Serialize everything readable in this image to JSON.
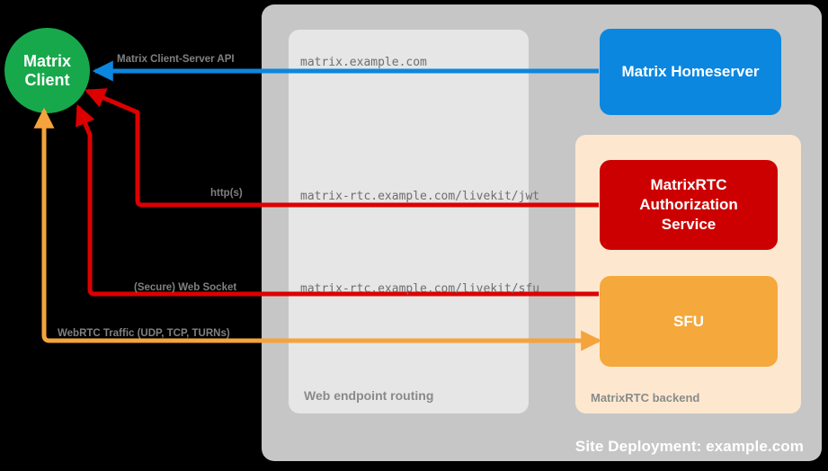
{
  "diagram": {
    "title": "Site Deployment: example.com",
    "colors": {
      "background": "#000000",
      "site_container": "#c6c6c6",
      "web_routing_panel": "#e6e6e6",
      "rtc_backend_panel": "#fde8cf",
      "client_green": "#17a84b",
      "homeserver_blue": "#0b87e0",
      "auth_red": "#cc0000",
      "sfu_orange": "#f5a83c",
      "arrow_blue": "#0b87e0",
      "arrow_red": "#dd0000",
      "arrow_orange": "#f5a33c",
      "label_gray": "#808080",
      "endpoint_gray": "#6e6e6e"
    }
  },
  "client": {
    "line1": "Matrix",
    "line2": "Client"
  },
  "containers": {
    "web_endpoint_routing": "Web endpoint routing",
    "matrixrtc_backend": "MatrixRTC backend"
  },
  "nodes": {
    "homeserver": "Matrix Homeserver",
    "auth_service_line1": "MatrixRTC",
    "auth_service_line2": "Authorization",
    "auth_service_line3": "Service",
    "sfu": "SFU"
  },
  "connections": [
    {
      "id": "client-server-api",
      "protocol_label": "Matrix Client-Server API",
      "endpoint": "matrix.example.com",
      "color": "#0b87e0",
      "from": "Matrix Homeserver",
      "to": "Matrix Client"
    },
    {
      "id": "livekit-jwt",
      "protocol_label": "http(s)",
      "endpoint": "matrix-rtc.example.com/livekit/jwt",
      "color": "#dd0000",
      "from": "MatrixRTC Authorization Service",
      "to": "Matrix Client"
    },
    {
      "id": "livekit-sfu",
      "protocol_label": "(Secure) Web Socket",
      "endpoint": "matrix-rtc.example.com/livekit/sfu",
      "color": "#dd0000",
      "from": "SFU",
      "to": "Matrix Client"
    },
    {
      "id": "webrtc-traffic",
      "protocol_label": "WebRTC Traffic (UDP, TCP, TURNs)",
      "endpoint": "",
      "color": "#f5a33c",
      "from": "SFU",
      "to": "Matrix Client"
    }
  ]
}
